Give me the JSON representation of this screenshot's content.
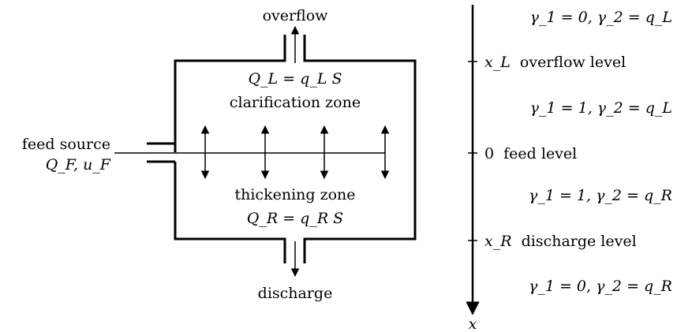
{
  "labels": {
    "overflow": "overflow",
    "discharge": "discharge",
    "feed_source": "feed source",
    "feed_vars": "Q_F, u_F",
    "clarification_zone": "clarification zone",
    "thickening_zone": "thickening zone",
    "q_l_eq": "Q_L = q_L S",
    "q_r_eq": "Q_R = q_R S"
  },
  "axis": {
    "variable": "x",
    "levels": [
      {
        "symbol": "x_L",
        "label": "overflow level"
      },
      {
        "symbol": "0",
        "label": "feed level"
      },
      {
        "symbol": "x_R",
        "label": "discharge level"
      }
    ],
    "zone_conditions": [
      "γ_1 = 0, γ_2 = q_L",
      "γ_1 = 1, γ_2 = q_L",
      "γ_1 = 1, γ_2 = q_R",
      "γ_1 = 0, γ_2 = q_R"
    ]
  },
  "colors": {
    "ink": "#000000",
    "background": "#ffffff"
  }
}
